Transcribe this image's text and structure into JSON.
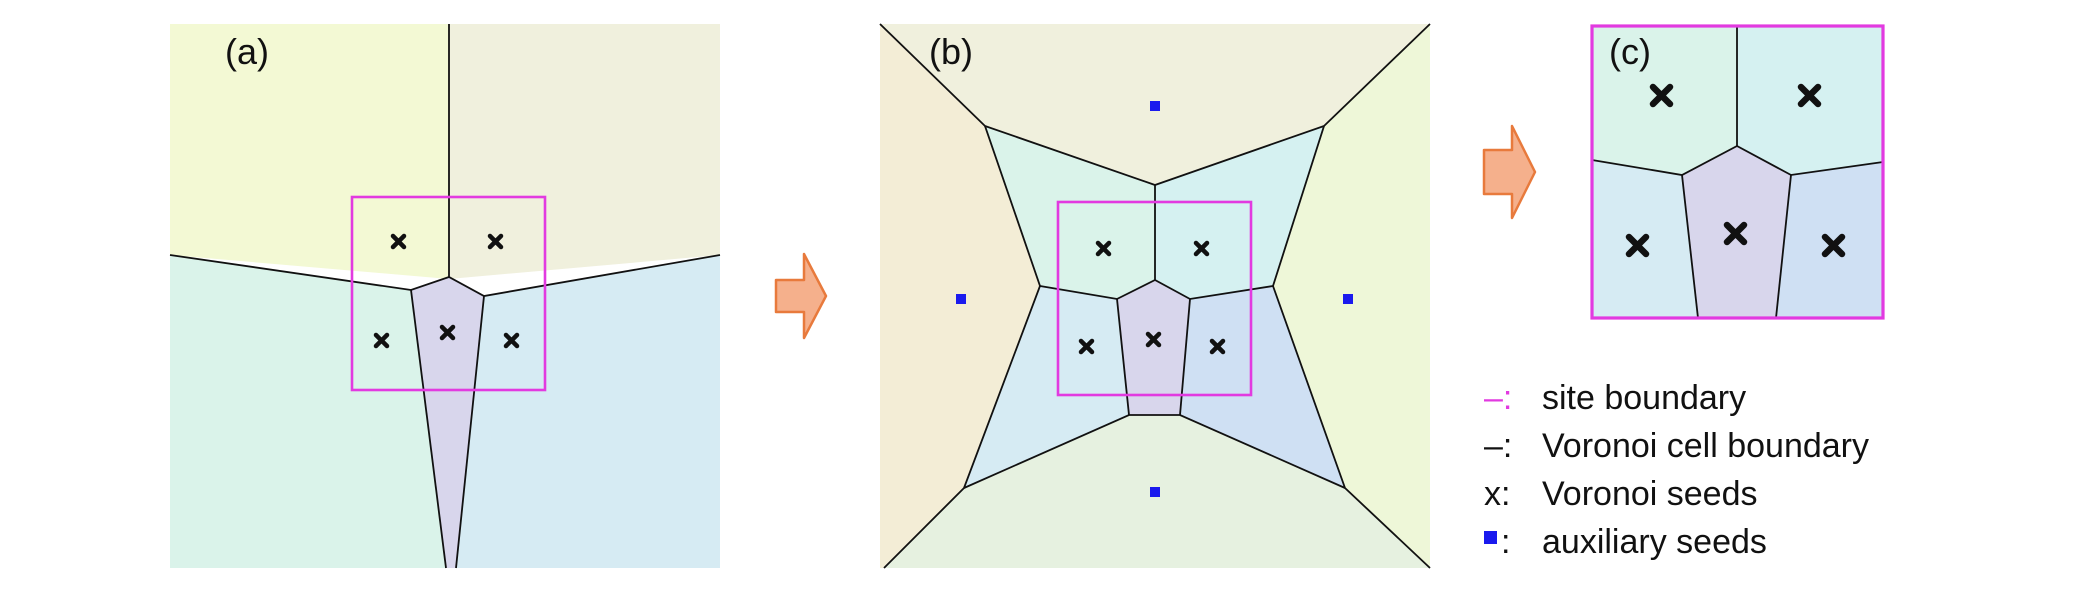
{
  "panels": {
    "a": {
      "label": "(a)"
    },
    "b": {
      "label": "(b)"
    },
    "c": {
      "label": "(c)"
    }
  },
  "legend": {
    "site_boundary": {
      "symbol": "–:",
      "text": "site boundary",
      "color": "#e23ae0"
    },
    "cell_boundary": {
      "symbol": "–:",
      "text": "Voronoi cell boundary",
      "color": "#111111"
    },
    "voronoi_seeds": {
      "symbol": "x:",
      "text": "Voronoi seeds",
      "color": "#111111"
    },
    "auxiliary_seeds": {
      "symbol": ":",
      "text": "auxiliary seeds",
      "color": "#1a1aee"
    }
  },
  "colors": {
    "site_boundary": "#e23ae0",
    "auxiliary_seed": "#1a1aee",
    "arrow_fill": "#f5b08c",
    "arrow_stroke": "#e87a3c",
    "cell_yellow": "#f3f9d4",
    "cell_beige": "#f0f0dd",
    "cell_mint": "#daf3ea",
    "cell_lightblue": "#d6ebf3",
    "cell_lavender": "#d8d6ec",
    "cell_cyan": "#d5f1f1",
    "cell_blue": "#cfe0f3",
    "cell_tan": "#f3edd6",
    "cell_green": "#e6f1e0",
    "cell_lime": "#eef7d8"
  }
}
